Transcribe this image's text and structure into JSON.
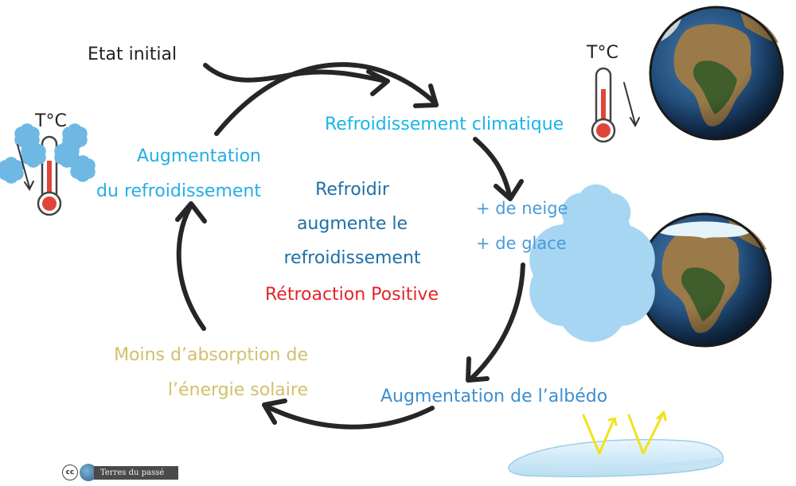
{
  "diagram": {
    "start_label": "Etat initial",
    "nodes": {
      "cooling": "Refroidissement climatique",
      "snow": "+ de neige",
      "ice": "+ de glace",
      "albedo": "Augmentation de l’albédo",
      "absorption_line1": "Moins d’absorption de",
      "absorption_line2": "l’énergie solaire",
      "increase_line1": "Augmentation",
      "increase_line2": "du refroidissement"
    },
    "center": {
      "line1": "Refroidir",
      "line2": "augmente le",
      "line3": "refroidissement",
      "feedback": "Rétroaction Positive"
    },
    "thermometer_label": "T°C",
    "credit": {
      "license": "cc",
      "source": "Terres du passé"
    }
  },
  "colors": {
    "cooling": "#18b4ec",
    "snow_ice": "#4c9ad6",
    "albedo": "#3b8fd0",
    "absorption": "#d2c06a",
    "increase": "#25aee6",
    "center_text": "#1d6fa8",
    "feedback": "#e3242b",
    "arrow": "#262626",
    "start_text": "#222222"
  },
  "icons": [
    "thermometer-icon",
    "snowflake-icon",
    "earth-globe-icon",
    "ice-sheet-icon",
    "sun-ray-reflection-icon",
    "creative-commons-icon"
  ]
}
